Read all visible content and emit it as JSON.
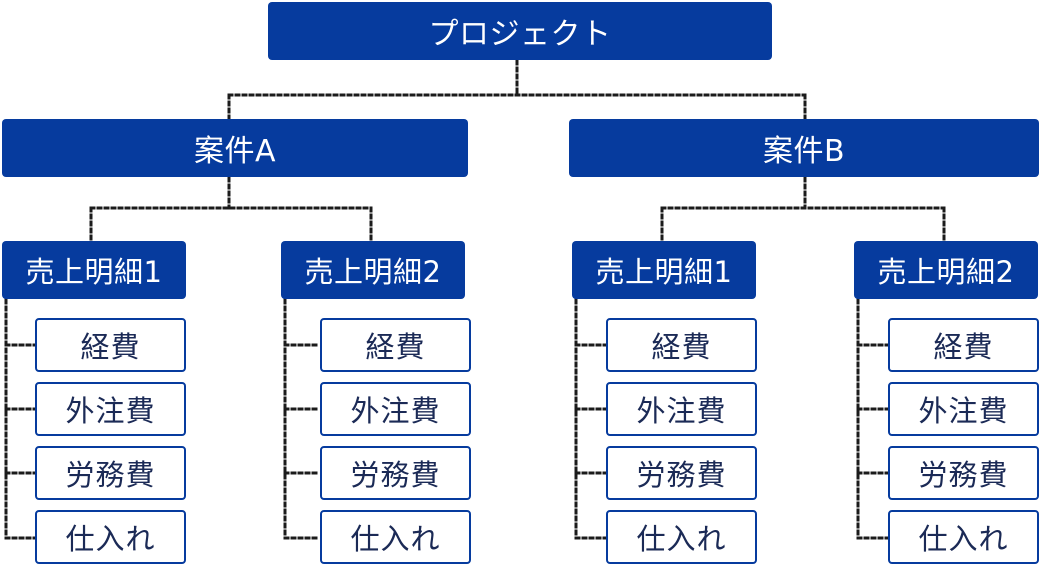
{
  "diagram": {
    "root": {
      "label": "プロジェクト"
    },
    "cases": [
      {
        "label": "案件A",
        "details": [
          {
            "label": "売上明細1",
            "items": [
              "経費",
              "外注費",
              "労務費",
              "仕入れ"
            ]
          },
          {
            "label": "売上明細2",
            "items": [
              "経費",
              "外注費",
              "労務費",
              "仕入れ"
            ]
          }
        ]
      },
      {
        "label": "案件B",
        "details": [
          {
            "label": "売上明細1",
            "items": [
              "経費",
              "外注費",
              "労務費",
              "仕入れ"
            ]
          },
          {
            "label": "売上明細2",
            "items": [
              "経費",
              "外注費",
              "労務費",
              "仕入れ"
            ]
          }
        ]
      }
    ],
    "colors": {
      "primary": "#063b9e",
      "text_light": "#ffffff",
      "text_dark": "#1b2a56",
      "connector": "#1b1b1b",
      "background": "#ffffff"
    }
  }
}
